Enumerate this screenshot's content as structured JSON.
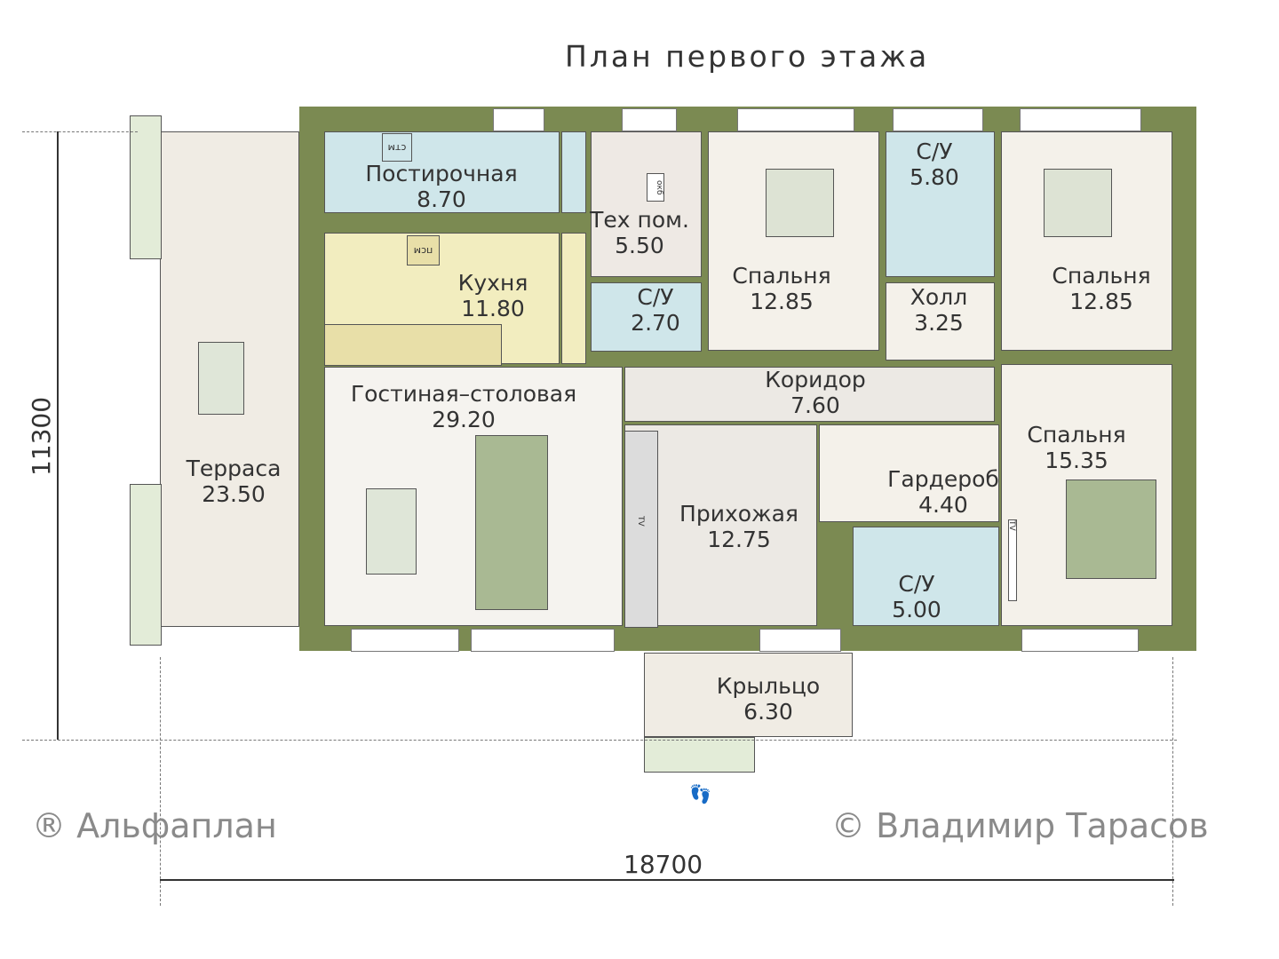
{
  "title": "План первого этажа",
  "rooms": [
    {
      "name": "Постирочная",
      "area": "8.70"
    },
    {
      "name": "Кухня",
      "area": "11.80"
    },
    {
      "name": "Тех пом.",
      "area": "5.50"
    },
    {
      "name": "С/У",
      "area": "2.70"
    },
    {
      "name": "Спальня",
      "area": "12.85"
    },
    {
      "name": "С/У",
      "area": "5.80"
    },
    {
      "name": "Холл",
      "area": "3.25"
    },
    {
      "name": "Спальня",
      "area": "12.85"
    },
    {
      "name": "Коридор",
      "area": "7.60"
    },
    {
      "name": "Гостиная–столовая",
      "area": "29.20"
    },
    {
      "name": "Прихожая",
      "area": "12.75"
    },
    {
      "name": "Гардероб",
      "area": "4.40"
    },
    {
      "name": "С/У",
      "area": "5.00"
    },
    {
      "name": "Спальня",
      "area": "15.35"
    },
    {
      "name": "Терраса",
      "area": "23.50"
    },
    {
      "name": "Крыльцо",
      "area": "6.30"
    }
  ],
  "appliance_labels": {
    "washer": "стм",
    "dishwasher": "псм",
    "boiler": "окб",
    "tv": "TV"
  },
  "dimensions": {
    "height": "11300",
    "width": "18700"
  },
  "watermarks": {
    "left": "® Альфаплан",
    "right": "© Владимир Тарасов"
  },
  "colors": {
    "wall": "#7b8a52",
    "wet": "#cfe6ea",
    "kitchen": "#f2edbf",
    "floor": "#f4f1ea"
  }
}
